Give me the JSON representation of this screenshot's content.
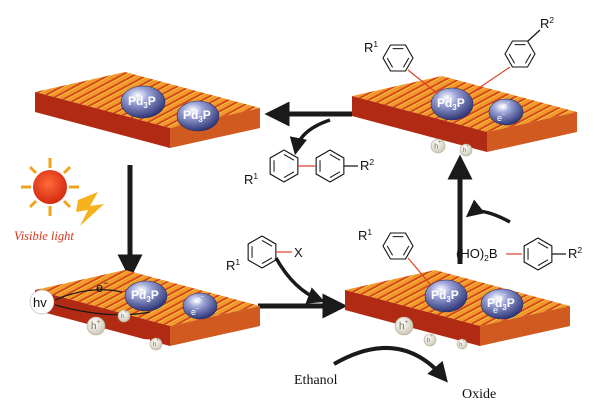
{
  "cluster_label": "Pd3P",
  "cluster_label_main": "Pd",
  "cluster_label_sub": "3",
  "cluster_label_tail": "P",
  "electron": "e",
  "electron_sup": "−",
  "hole": "h",
  "hole_sup": "+",
  "hv": "hv",
  "light_label": "Visible light",
  "reactant_x": "X",
  "r1": "R",
  "r1_sup": "1",
  "r2": "R",
  "r2_sup": "2",
  "boronic_prefix": "(HO)",
  "boronic_sub": "2",
  "boronic_suffix": "B",
  "ethanol": "Ethanol",
  "oxide": "Oxide",
  "colors": {
    "stripe_orange": "#e8791c",
    "stripe_red": "#c9321d",
    "stripe_yellow": "#f0d23c",
    "cluster": "#4f5aa8",
    "sun": "#f2a31a",
    "bond_red": "#e0402a",
    "arrow": "#1a1a1a"
  }
}
